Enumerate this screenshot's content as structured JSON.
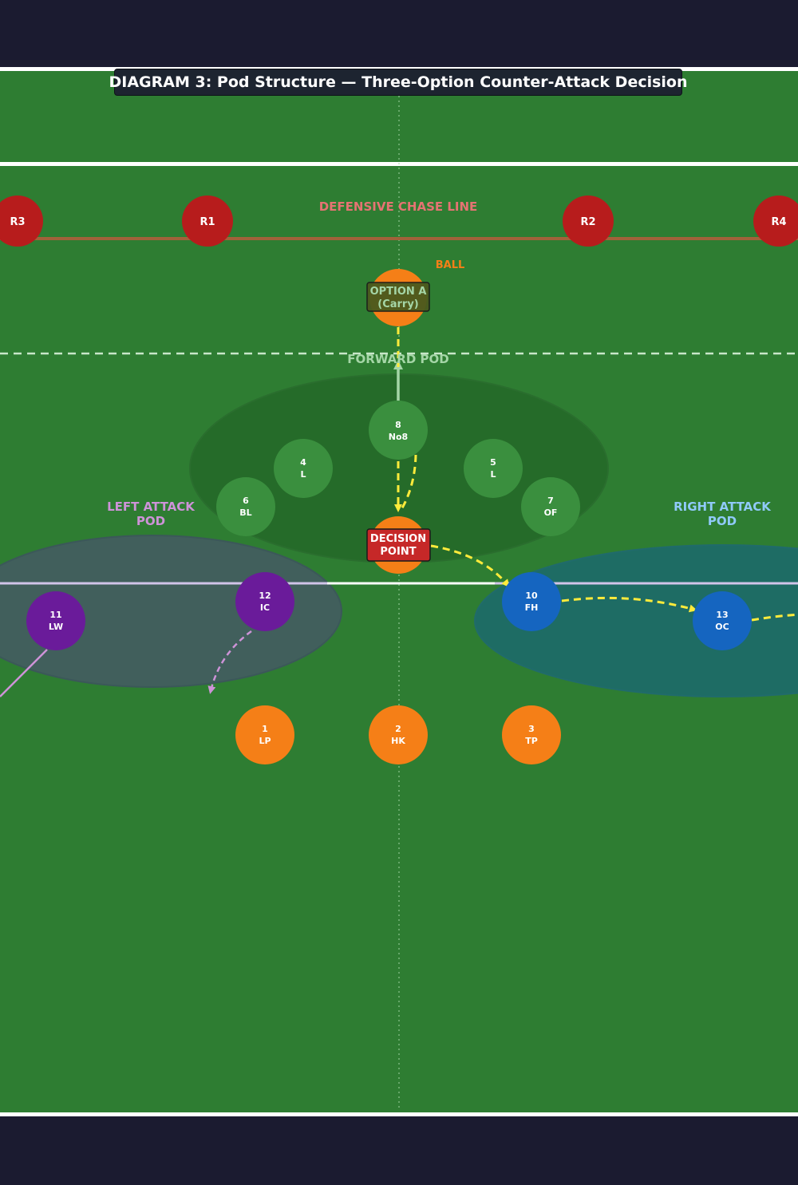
{
  "title": "DIAGRAM 3: Pod Structure — Three-Option Counter-Attack Decision",
  "labels": {
    "defensive_chase_line": "DEFENSIVE CHASE LINE",
    "ball": "BALL",
    "forward_pod": "FORWARD POD",
    "left_attack_pod": [
      "LEFT ATTACK",
      "POD"
    ],
    "right_attack_pod": [
      "RIGHT ATTACK",
      "POD"
    ],
    "option_a": [
      "OPTION A",
      "(Carry)"
    ],
    "decision_point": [
      "DECISION",
      "POINT"
    ]
  },
  "defenders": [
    {
      "id": "R3"
    },
    {
      "id": "R1"
    },
    {
      "id": "R2"
    },
    {
      "id": "R4"
    }
  ],
  "forwards": [
    {
      "num": "8",
      "pos": "No8"
    },
    {
      "num": "4",
      "pos": "L"
    },
    {
      "num": "5",
      "pos": "L"
    },
    {
      "num": "6",
      "pos": "BL"
    },
    {
      "num": "7",
      "pos": "OF"
    }
  ],
  "left_backs": [
    {
      "num": "11",
      "pos": "LW"
    },
    {
      "num": "12",
      "pos": "IC"
    }
  ],
  "right_backs": [
    {
      "num": "10",
      "pos": "FH"
    },
    {
      "num": "13",
      "pos": "OC"
    }
  ],
  "front_row": [
    {
      "num": "1",
      "pos": "LP"
    },
    {
      "num": "2",
      "pos": "HK"
    },
    {
      "num": "3",
      "pos": "TP"
    }
  ],
  "colors": {
    "pitch": "#2e7d32",
    "forward_pod": "#3a8f3e",
    "left_pod": "#6a1b9a",
    "right_pod": "#1565c0",
    "front_row": "#f57f17",
    "defender": "#b71c1c",
    "pass_line": "#ffeb3b",
    "decision": "#c62828"
  }
}
